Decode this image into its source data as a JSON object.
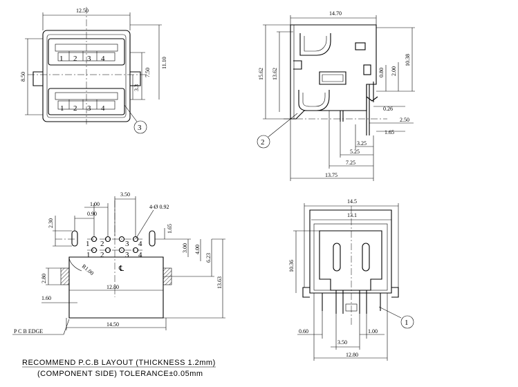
{
  "views": {
    "front": {
      "dims": [
        "12.50",
        "8.50",
        "7.50",
        "11.10",
        "3.3"
      ],
      "top_pins": [
        "1",
        "2",
        "3",
        "4"
      ],
      "bottom_pins": [
        "1",
        "2",
        "3",
        "4"
      ],
      "callout": "3"
    },
    "side": {
      "dims": [
        "14.70",
        "15.62",
        "13.62",
        "10.38",
        "2.00",
        "0.80",
        "0.26",
        "2.50",
        "1.65",
        "3.25",
        "5.25",
        "7.25",
        "13.75"
      ],
      "callout": "2"
    },
    "pcb": {
      "dims": [
        "3.50",
        "1.00",
        "0.90",
        "2.30",
        "1.65",
        "3.00",
        "4.00",
        "6.23",
        "13.63",
        "2.80",
        "12.80",
        "1.60",
        "14.50",
        "R1.00"
      ],
      "hole_dia": "4-Ø 0.92",
      "top_pins": [
        "1",
        "2",
        "3",
        "4"
      ],
      "bottom_pins": [
        "1",
        "2",
        "3",
        "4"
      ],
      "centerline": "℄",
      "edge_label": "P C B EDGE"
    },
    "rear": {
      "dims": [
        "14.5",
        "13.1",
        "10.36",
        "0.60",
        "3.50",
        "1.00",
        "12.80"
      ],
      "callout": "1"
    }
  },
  "footer": {
    "line1": "RECOMMEND P.C.B LAYOUT (THICKNESS 1.2mm)",
    "line2": "(COMPONENT SIDE) TOLERANCE±0.05mm"
  }
}
